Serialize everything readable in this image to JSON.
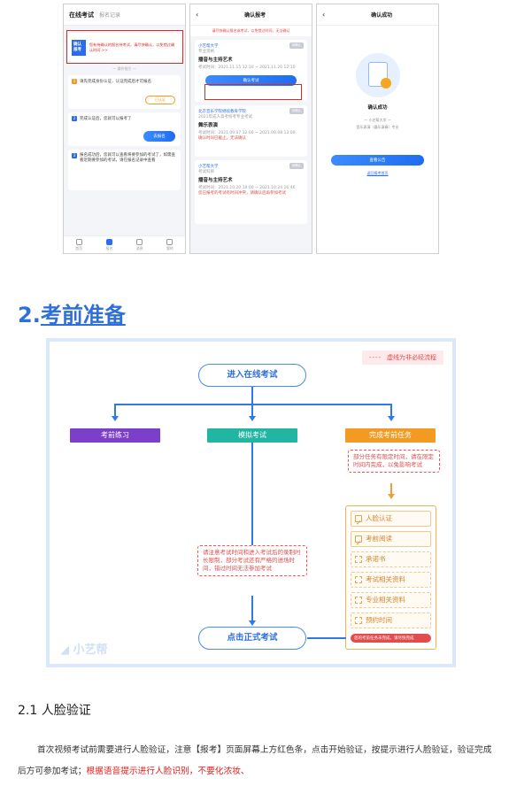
{
  "phone1": {
    "tab_active": "在线考试",
    "tab_other": "报名记录",
    "banner_badge": "确认\n报考",
    "banner_text": "您有待确认的报名待考试，请尽快确认，以免错过确认时间 >>",
    "divider": "— 操作指引 —",
    "step1": "请先完成身份认证，认证完成后才可报名",
    "step1_btn": "已认证",
    "step2": "完成认证后，您就可以报考了",
    "step2_btn": "去报名",
    "step3": "报名成功后，您就可以查看将要参加的考试了，如需查看近期要参加的考试，请在报名记录中查看",
    "tabs": [
      "首页",
      "报名",
      "消息",
      "我的"
    ]
  },
  "phone2": {
    "title": "确认报考",
    "red_tip": "请尽快确认报名或考试，以免错过时间，无法确认",
    "card1_school": "小艺帮大学",
    "card1_sub": "专业资格",
    "card1_title": "播音与主持艺术",
    "card1_time": "考试时间：2021.11.15 12:10 ~ 2021.11.20 12:10",
    "card1_btn": "确认考试",
    "card2_school": "北京音乐学院继续教育学院",
    "card2_sub": "2021年成人高考校考专业考试",
    "card2_title": "舞乐表演",
    "card2_time": "考试时间：2021.09.07 12:00 ~ 2021.09.08 13:00",
    "card2_note": "确认时间已截止，无法确认",
    "card3_school": "小艺帮大学",
    "card3_sub": "考试科目",
    "card3_title": "播音与主持艺术",
    "card3_time": "考试时间：2021.10.20 10:00 ~ 2021.10.24 16:46",
    "card3_note": "您已报考的考试有时间冲突，请确认后再参加考试",
    "badge": "待确认"
  },
  "phone3": {
    "title": "确认成功",
    "status": "确认成功",
    "school": "— 小艺帮大学 —",
    "major": "音乐表演（器乐演奏）专业",
    "btn": "查看公告",
    "link": "返回报考首页"
  },
  "heading": {
    "num": "2.",
    "text": "考前准备"
  },
  "flow": {
    "legend_dash": "----",
    "legend": "虚线为非必经流程",
    "start": "进入在线考试",
    "box1": "考前练习",
    "box2": "模拟考试",
    "box3": "完成考前任务",
    "note_right": "部分任务有限定时间，请在限定时间内完成，以免影响考试",
    "note_mid": "请注意考试时间和进入考试后的录制时长限制，部分考试还有严格的进场时间，错过时间无法参加考试",
    "tasks": [
      "人脸认证",
      "考前阅读",
      "承诺书",
      "考试相关资料",
      "专业相关资料",
      "预约时间"
    ],
    "task_bar": "您的考前任务未完成，请尽快完成",
    "end": "点击正式考试",
    "watermark": "小艺帮",
    "colors": {
      "box1": "#7b3fc9",
      "box2": "#22b5a2",
      "box3": "#f39a22",
      "line": "#2f7ae5"
    }
  },
  "section": {
    "title": "2.1 人脸验证",
    "para_normal": "首次视频考试前需要进行人脸验证，注意【报考】页面屏幕上方红色条，点击开始验证，按提示进行人脸验证，验证完成后方可参加考试；",
    "para_red": "根据语音提示进行人脸识别，不要化浓妆、"
  }
}
